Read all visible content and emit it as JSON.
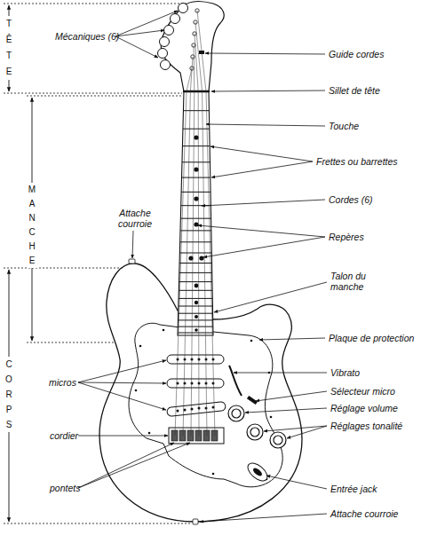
{
  "diagram": {
    "labels": [
      "TÊTE",
      "Mécaniques (6)",
      "Guide cordes",
      "Sillet de tête",
      "Touche",
      "MANCHE",
      "Frettes ou barrettes",
      "Attache courroie",
      "Cordes (6)",
      "Repères",
      "Talon du manche",
      "CORPS",
      "Plaque de protection",
      "micros",
      "Vibrato",
      "Sélecteur micro",
      "Réglage volume",
      "Réglages tonalité",
      "cordier",
      "pontets",
      "Entrée jack",
      "Attache courroie"
    ]
  }
}
